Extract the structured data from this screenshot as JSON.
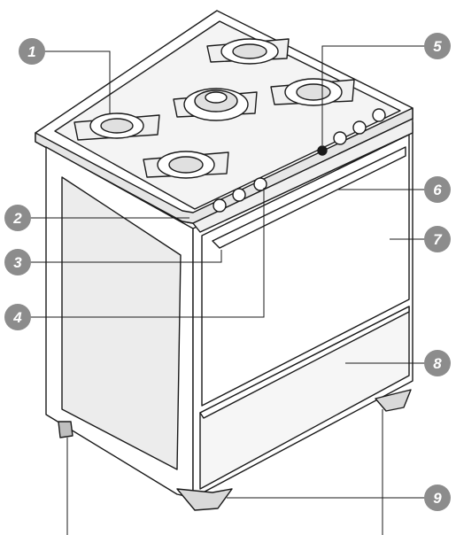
{
  "figure": {
    "subject": "gas-range-stove-with-five-burners",
    "callouts": [
      {
        "id": "callout-1",
        "label": "1"
      },
      {
        "id": "callout-2",
        "label": "2"
      },
      {
        "id": "callout-3",
        "label": "3"
      },
      {
        "id": "callout-4",
        "label": "4"
      },
      {
        "id": "callout-5",
        "label": "5"
      },
      {
        "id": "callout-6",
        "label": "6"
      },
      {
        "id": "callout-7",
        "label": "7"
      },
      {
        "id": "callout-8",
        "label": "8"
      },
      {
        "id": "callout-9",
        "label": "9"
      }
    ],
    "colors": {
      "callout_fill": "#8c8c8c",
      "line": "#1a1a1a",
      "body": "#ffffff",
      "shade": "#d9d9d9"
    }
  }
}
